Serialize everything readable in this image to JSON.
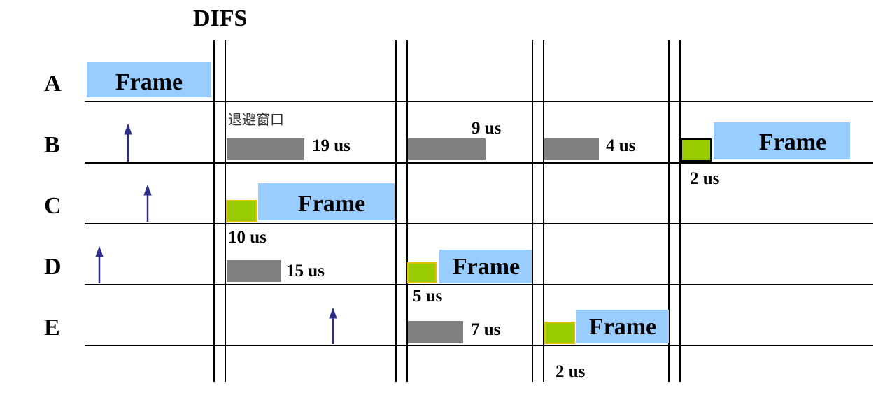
{
  "title": "DIFS",
  "stations": [
    "A",
    "B",
    "C",
    "D",
    "E"
  ],
  "frame_label": "Frame",
  "backoff_window_label": "退避窗口",
  "durations": {
    "b_slot1": "19 us",
    "b_slot2": "9 us",
    "b_slot3": "4 us",
    "b_slot4": "2 us",
    "c_slot1": "10 us",
    "d_slot1": "15 us",
    "d_slot2": "5 us",
    "e_slot2": "7 us",
    "e_slot3": "2 us"
  },
  "colors": {
    "frame": "#99ccff",
    "backoff": "#808080",
    "remaining": "#99cc00",
    "remaining_border": "#e6c000",
    "arrow": "#2e2e8a",
    "line": "#000000"
  }
}
